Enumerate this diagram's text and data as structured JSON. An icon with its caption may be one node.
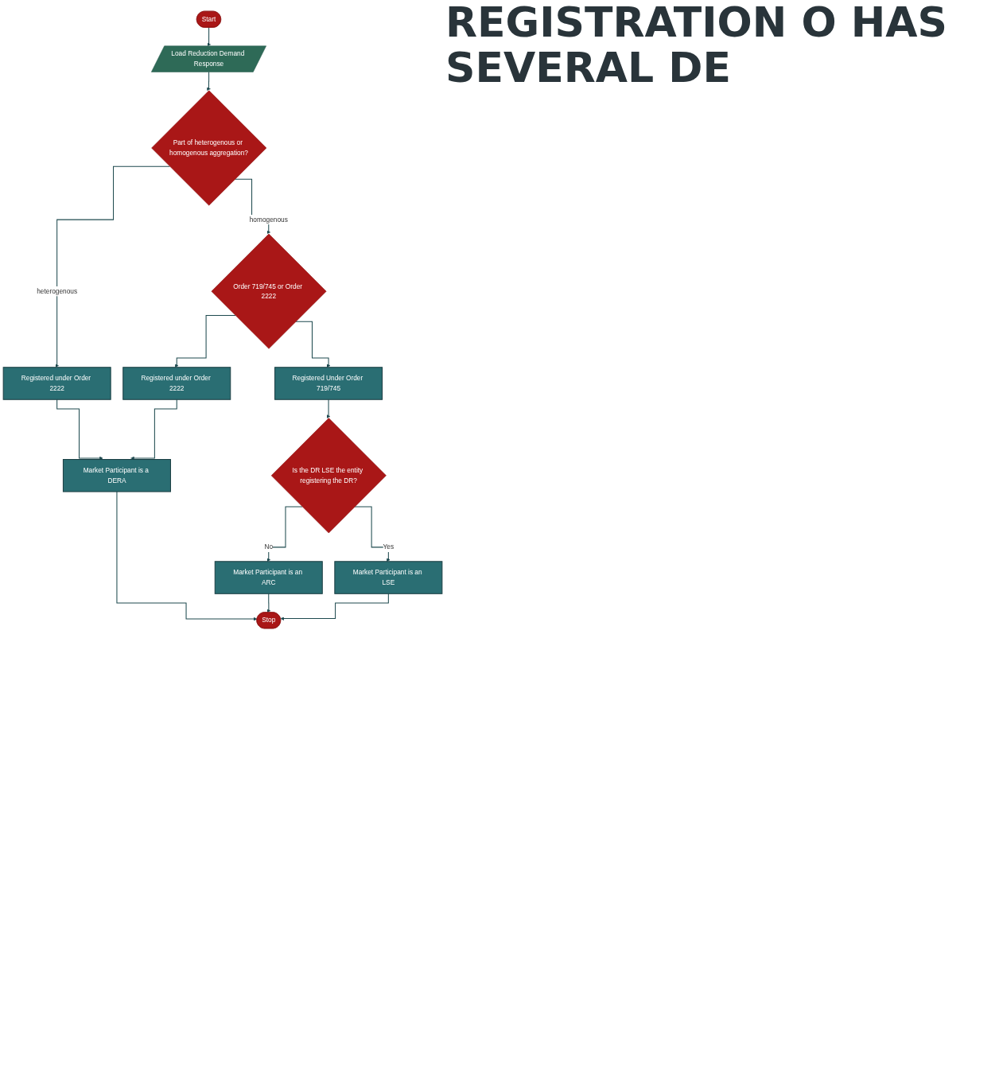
{
  "diagram": {
    "title": "REGISTRATION O HAS SEVERAL DE",
    "nodes": [
      {
        "text": [
          "Start"
        ]
      },
      {
        "text": [
          "Load Reduction Demand Response"
        ]
      },
      {
        "text": [
          "Part of heterogenous or homogenous aggregation?"
        ]
      },
      {
        "text": [
          "Registered under Order 2222"
        ]
      },
      {
        "text": [
          "Market Participant is a DERA"
        ]
      },
      {
        "text": [
          "Order 719/745 or Order 2222"
        ]
      },
      {
        "text": [
          "Registered under Order 2222"
        ]
      },
      {
        "text": [
          "Registered Under Order 719/745"
        ]
      },
      {
        "text": [
          "Is the DR LSE the entity registering the DR?"
        ]
      },
      {
        "text": [
          "Market Participant is an ARC"
        ]
      },
      {
        "text": [
          "Market Participant is an LSE"
        ]
      },
      {
        "text": [
          "Stop"
        ]
      }
    ],
    "edges": [
      {
        "from": 0,
        "to": 1,
        "arrow": "to"
      },
      {
        "from": 1,
        "to": 2,
        "arrow": "to"
      },
      {
        "from": 2,
        "to": 3,
        "label": "heterogenous",
        "arrow": "to"
      },
      {
        "from": 2,
        "to": 5,
        "label": "homogenous",
        "arrow": "to"
      },
      {
        "from": 3,
        "to": 4,
        "arrow": "to"
      },
      {
        "from": 5,
        "to": 6,
        "arrow": "to"
      },
      {
        "from": 5,
        "to": 7,
        "arrow": "to"
      },
      {
        "from": 6,
        "to": 4,
        "arrow": "to"
      },
      {
        "from": 7,
        "to": 8,
        "arrow": "to"
      },
      {
        "from": 8,
        "to": 9,
        "label": "No",
        "arrow": "to"
      },
      {
        "from": 8,
        "to": 10,
        "label": "Yes",
        "arrow": "to"
      },
      {
        "from": 4,
        "to": 11,
        "arrow": "to"
      },
      {
        "from": 9,
        "to": 11,
        "arrow": "to"
      },
      {
        "from": 10,
        "to": 11,
        "arrow": "to"
      }
    ]
  }
}
